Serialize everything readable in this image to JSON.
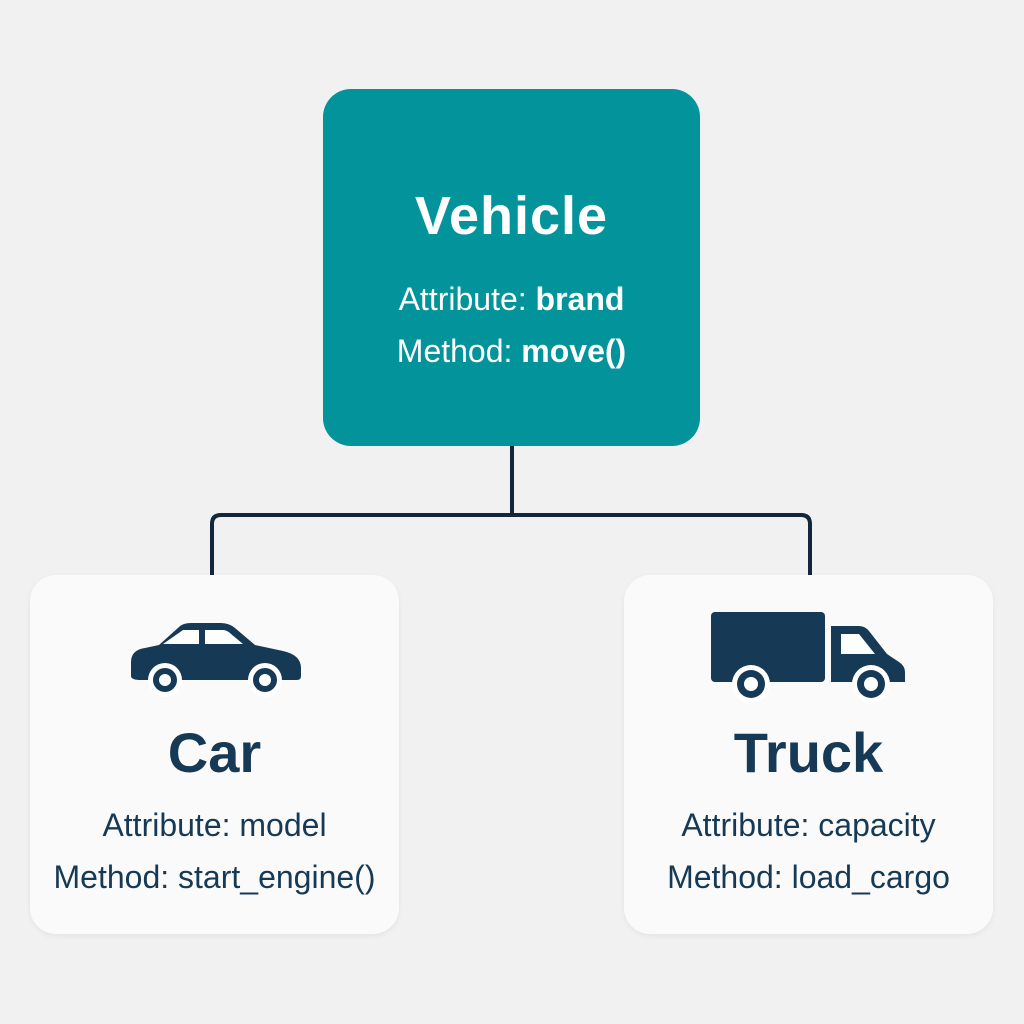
{
  "colors": {
    "background": "#f1f1f1",
    "parent_fill": "#02939b",
    "parent_text": "#ffffff",
    "child_fill": "#fafafa",
    "child_text": "#163a56",
    "connector": "#12273b"
  },
  "parent": {
    "title": "Vehicle",
    "attribute_label": "Attribute:",
    "attribute_value": "brand",
    "method_label": "Method:",
    "method_value": "move()"
  },
  "children": [
    {
      "icon": "car-icon",
      "title": "Car",
      "attribute_label": "Attribute:",
      "attribute_value": "model",
      "method_label": "Method:",
      "method_value": "start_engine()"
    },
    {
      "icon": "truck-icon",
      "title": "Truck",
      "attribute_label": "Attribute:",
      "attribute_value": "capacity",
      "method_label": "Method:",
      "method_value": "load_cargo"
    }
  ]
}
